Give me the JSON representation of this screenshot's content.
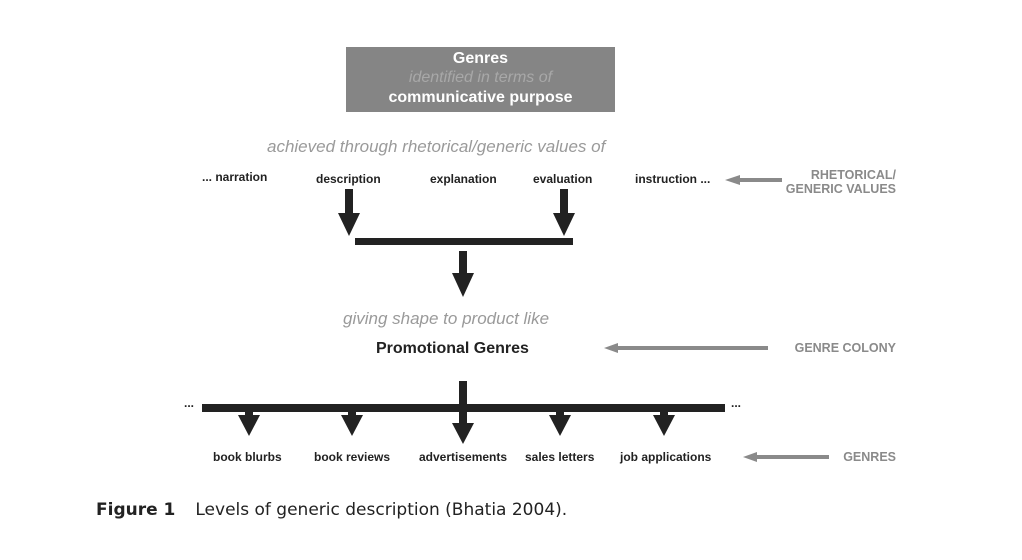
{
  "top_box": {
    "title": "Genres",
    "subtitle": "identified in terms of",
    "purpose": "communicative purpose"
  },
  "level1": {
    "connector": "achieved through rhetorical/generic values of",
    "values": [
      "... narration",
      "description",
      "explanation",
      "evaluation",
      "instruction ..."
    ],
    "side_label_line1": "RHETORICAL/",
    "side_label_line2": "GENERIC VALUES"
  },
  "level2": {
    "connector": "giving shape to product like",
    "colony": "Promotional Genres",
    "side_label": "GENRE COLONY"
  },
  "level3": {
    "leading_ellipsis": "...",
    "trailing_ellipsis": "...",
    "genres": [
      "book blurbs",
      "book reviews",
      "advertisements",
      "sales letters",
      "job applications"
    ],
    "side_label": "GENRES"
  },
  "caption": {
    "label": "Figure 1",
    "text": "Levels of generic description (Bhatia 2004)."
  },
  "colors": {
    "dark": "#222222",
    "grey_box": "#858585",
    "grey_arrow": "#8a8a8a",
    "grey_text": "#9a9a9a"
  }
}
